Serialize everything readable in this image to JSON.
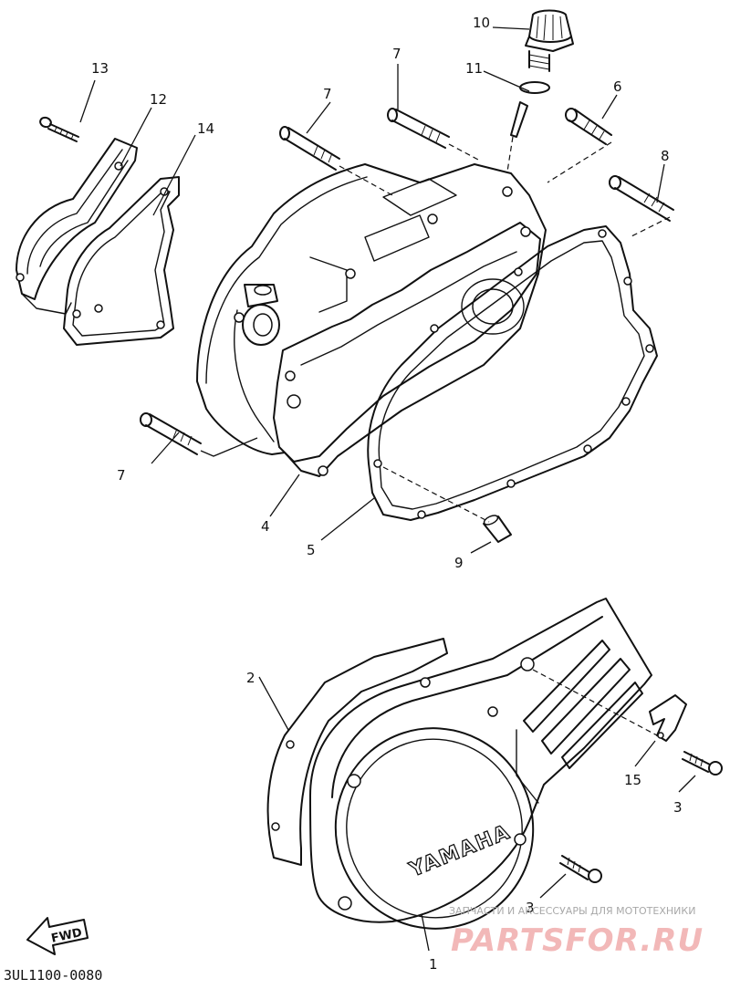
{
  "diagram": {
    "part_code": "3UL1100-0080",
    "fwd_label": "FWD",
    "brand_mark": "YAMAHA",
    "watermark": {
      "line1": "ЗАПЧАСТИ И АКСЕССУАРЫ ДЛЯ МОТОТЕХНИКИ",
      "line2": "PARTSFOR.RU"
    },
    "callouts": [
      {
        "id": "c1",
        "label": "1"
      },
      {
        "id": "c2",
        "label": "2"
      },
      {
        "id": "c3a",
        "label": "3"
      },
      {
        "id": "c3b",
        "label": "3"
      },
      {
        "id": "c4",
        "label": "4"
      },
      {
        "id": "c5",
        "label": "5"
      },
      {
        "id": "c6",
        "label": "6"
      },
      {
        "id": "c7a",
        "label": "7"
      },
      {
        "id": "c7b",
        "label": "7"
      },
      {
        "id": "c7c",
        "label": "7"
      },
      {
        "id": "c8",
        "label": "8"
      },
      {
        "id": "c9",
        "label": "9"
      },
      {
        "id": "c10",
        "label": "10"
      },
      {
        "id": "c11",
        "label": "11"
      },
      {
        "id": "c12",
        "label": "12"
      },
      {
        "id": "c13",
        "label": "13"
      },
      {
        "id": "c14",
        "label": "14"
      },
      {
        "id": "c15",
        "label": "15"
      }
    ]
  }
}
